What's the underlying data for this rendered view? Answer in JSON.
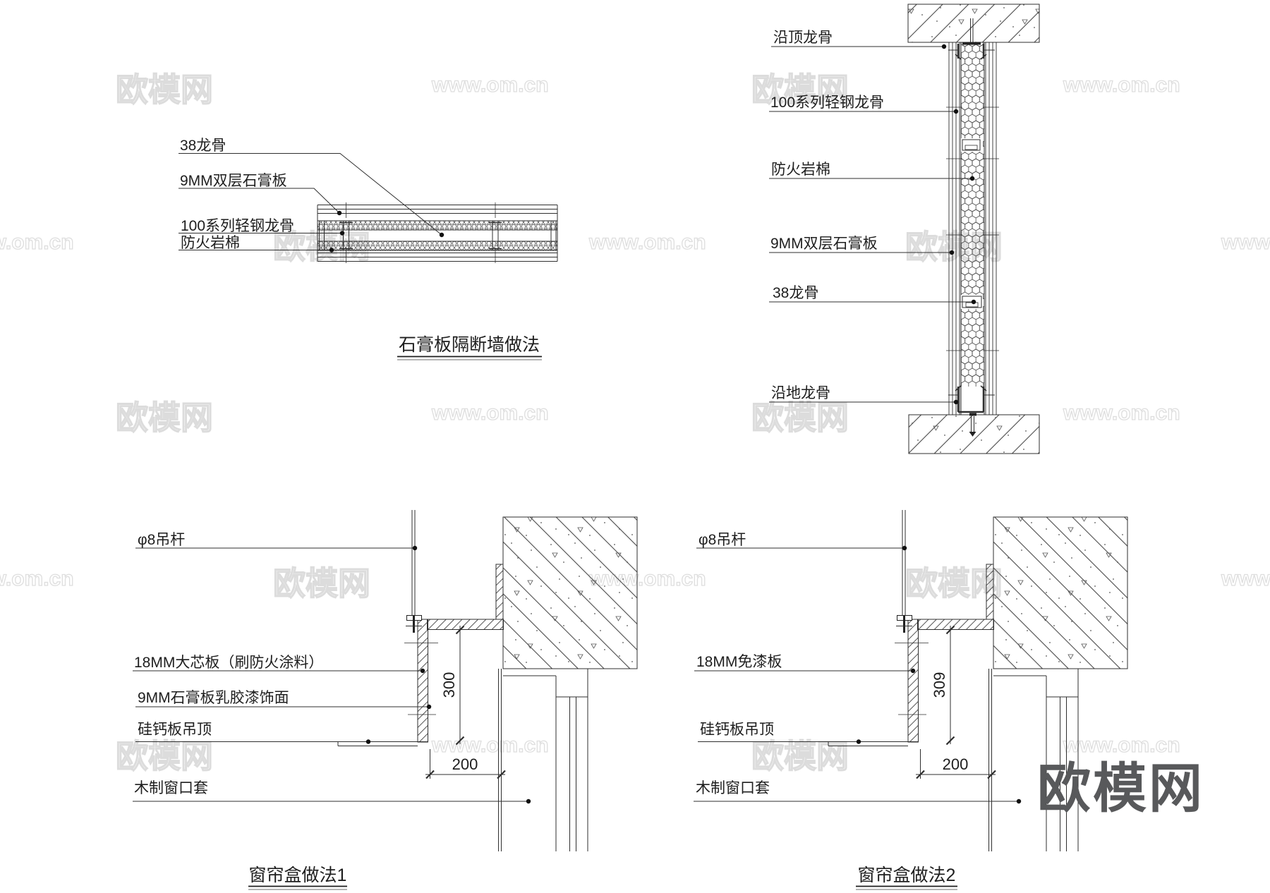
{
  "page": {
    "background": "#ffffff",
    "line_color": "#2f2f2f"
  },
  "watermark": {
    "brand": "欧模网",
    "url": "www.om.cn",
    "color": "#dcdcdc"
  },
  "logo": {
    "text": "欧模网",
    "color": "#58595b"
  },
  "details": {
    "partition_plan": {
      "title": "石膏板隔断墙做法",
      "labels": {
        "keel38": "38龙骨",
        "gypsum": "9MM双层石膏板",
        "steel_keel": "100系列轻钢龙骨",
        "rockwool": "防火岩棉"
      }
    },
    "partition_section": {
      "labels": {
        "top_keel": "沿顶龙骨",
        "steel_keel": "100系列轻钢龙骨",
        "rockwool": "防火岩棉",
        "gypsum": "9MM双层石膏板",
        "keel38": "38龙骨",
        "floor_keel": "沿地龙骨"
      }
    },
    "curtain_box_1": {
      "title": "窗帘盒做法1",
      "labels": {
        "rod": "φ8吊杆",
        "core_board": "18MM大芯板（刷防火涂料）",
        "gypsum_face": "9MM石膏板乳胶漆饰面",
        "ceiling": "硅钙板吊顶",
        "window_trim": "木制窗口套"
      },
      "dims": {
        "height": "300",
        "width": "200"
      }
    },
    "curtain_box_2": {
      "title": "窗帘盒做法2",
      "labels": {
        "rod": "φ8吊杆",
        "board": "18MM免漆板",
        "ceiling": "硅钙板吊顶",
        "window_trim": "木制窗口套"
      },
      "dims": {
        "height": "309",
        "width": "200"
      }
    }
  }
}
